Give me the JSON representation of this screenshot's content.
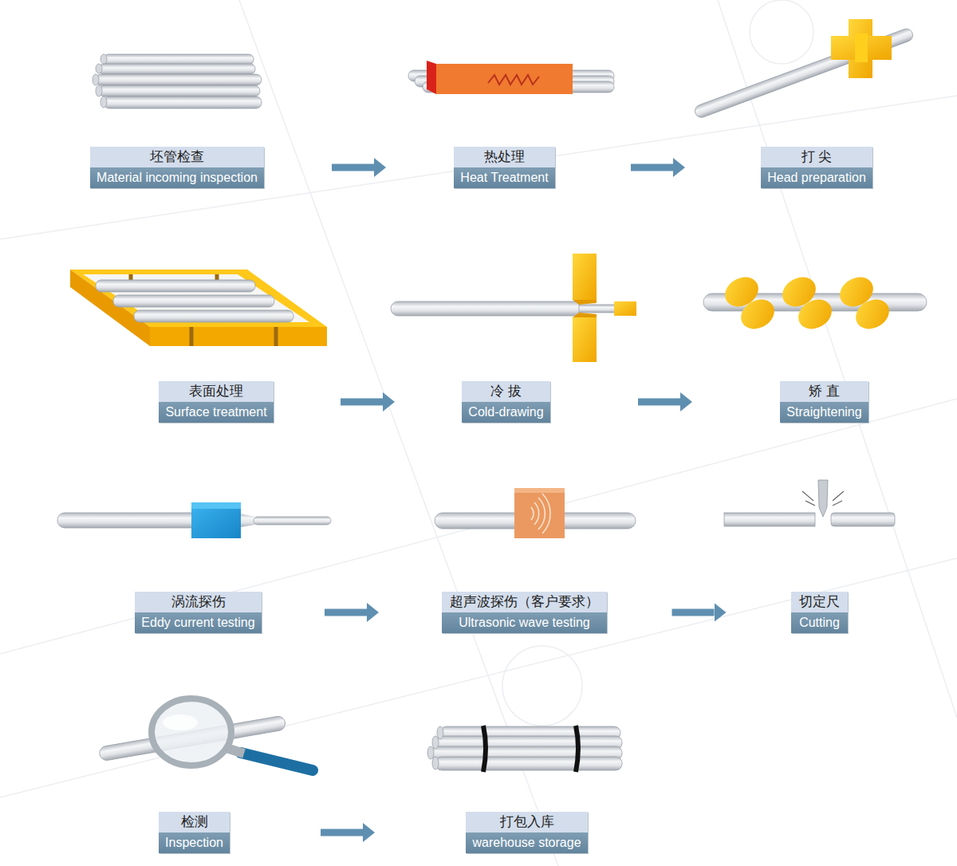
{
  "diagram": {
    "nodes": [
      {
        "text": [
          "坯管检查",
          "Material incoming inspection"
        ]
      },
      {
        "text": [
          "热处理",
          "Heat Treatment"
        ]
      },
      {
        "text": [
          "打 尖",
          "Head preparation"
        ]
      },
      {
        "text": [
          "表面处理",
          "Surface treatment"
        ]
      },
      {
        "text": [
          "冷 拔",
          "Cold-drawing"
        ]
      },
      {
        "text": [
          "矫 直",
          "Straightening"
        ]
      },
      {
        "text": [
          "涡流探伤",
          "Eddy current testing"
        ]
      },
      {
        "text": [
          "超声波探伤（客户要求）",
          "Ultrasonic wave testing"
        ]
      },
      {
        "text": [
          "切定尺",
          "Cutting"
        ]
      },
      {
        "text": [
          "检测",
          "Inspection"
        ]
      },
      {
        "text": [
          "打包入库",
          "warehouse storage"
        ]
      }
    ],
    "edges": [
      {
        "from": 0,
        "to": 1,
        "arrow": "to"
      },
      {
        "from": 1,
        "to": 2,
        "arrow": "to"
      },
      {
        "from": 3,
        "to": 4,
        "arrow": "to"
      },
      {
        "from": 4,
        "to": 5,
        "arrow": "to"
      },
      {
        "from": 6,
        "to": 7,
        "arrow": "to"
      },
      {
        "from": 7,
        "to": 8,
        "arrow": "to"
      },
      {
        "from": 9,
        "to": 10,
        "arrow": "to"
      }
    ]
  }
}
